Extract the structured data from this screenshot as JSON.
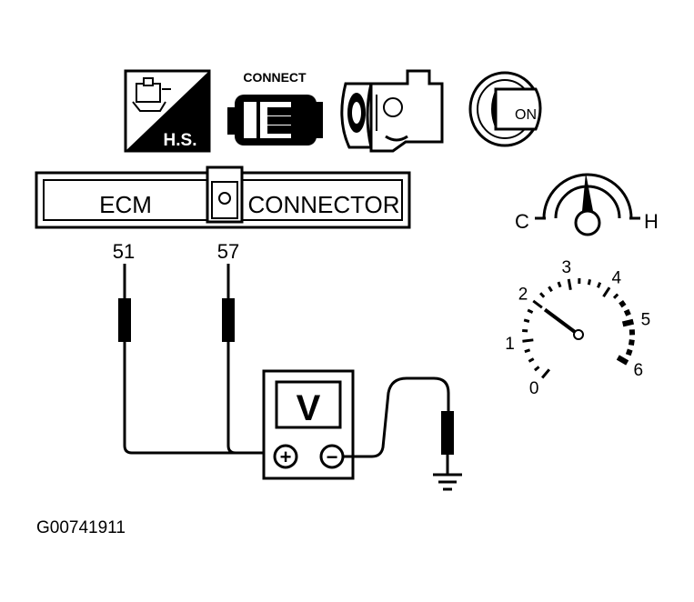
{
  "icons": {
    "hs_label": "H.S.",
    "connect_label": "CONNECT",
    "ignition_label": "ON"
  },
  "connector": {
    "left_label": "ECM",
    "right_label": "CONNECTOR",
    "pins": [
      "51",
      "57"
    ]
  },
  "meter": {
    "display": "V",
    "plus_symbol": "+",
    "minus_symbol": "−"
  },
  "temp_gauge": {
    "cold_label": "C",
    "hot_label": "H",
    "reading": "middle"
  },
  "tachometer": {
    "scale": [
      "0",
      "1",
      "2",
      "3",
      "4",
      "5",
      "6"
    ],
    "needle_value": 2
  },
  "figure_code": "G00741911"
}
